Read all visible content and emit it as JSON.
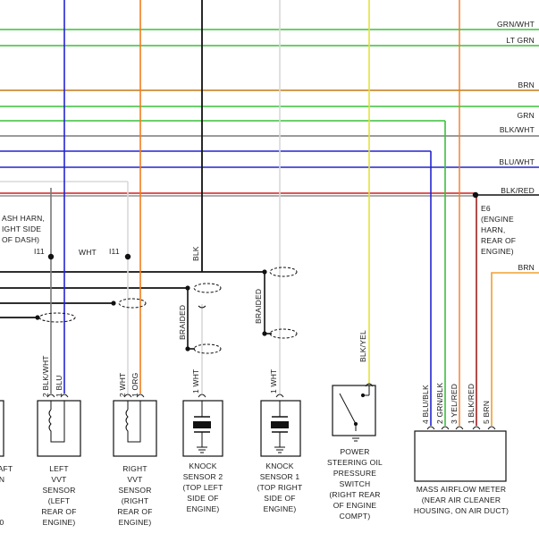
{
  "colors": {
    "grn": "#3cbf3c",
    "brn": "#c07a1a",
    "org": "#f07d1f",
    "blu": "#2424d0",
    "red": "#d02020",
    "blk": "#111111",
    "wht": "#d8d8d8",
    "yel": "#e2e23a",
    "gray": "#7a7a7a"
  },
  "right_wire_labels": [
    "GRN/WHT",
    "LT GRN",
    "BRN",
    "GRN",
    "BLK/WHT",
    "BLU/WHT",
    "BLK/RED",
    "BRN"
  ],
  "dash_harness_label": [
    "ASH HARN,",
    "IGHT SIDE",
    "OF DASH)"
  ],
  "i11_labels": [
    "I11",
    "I11"
  ],
  "wht_label": "WHT",
  "blk_vertical_label": "BLK",
  "e6_label": [
    "E6",
    "(ENGINE",
    "HARN,",
    "REAR OF",
    "ENGINE)"
  ],
  "braided_labels": [
    "BRAIDED",
    "BRAIDED"
  ],
  "pin_labels": {
    "left_vvt": [
      "2  BLK/WHT",
      "1  BLU"
    ],
    "right_vvt": [
      "2  WHT",
      "1  ORG"
    ],
    "knock2": "1  WHT",
    "knock1": "1  WHT",
    "oil_switch": "BLK/YEL",
    "maf": [
      "4  BLU/BLK",
      "2  GRN/BLK",
      "3  YEL/RED",
      "1  BLK/RED",
      "5  BRN"
    ]
  },
  "components": {
    "left_edge": [
      "AFT",
      "N",
      "",
      "",
      "0"
    ],
    "left_vvt": [
      "LEFT",
      "VVT",
      "SENSOR",
      "(LEFT",
      "REAR OF",
      "ENGINE)"
    ],
    "right_vvt": [
      "RIGHT",
      "VVT",
      "SENSOR",
      "(RIGHT",
      "REAR OF",
      "ENGINE)"
    ],
    "knock2": [
      "KNOCK",
      "SENSOR 2",
      "(TOP LEFT",
      "SIDE OF",
      "ENGINE)"
    ],
    "knock1": [
      "KNOCK",
      "SENSOR 1",
      "(TOP RIGHT",
      "SIDE OF",
      "ENGINE)"
    ],
    "oil_switch": [
      "POWER",
      "STEERING OIL",
      "PRESSURE",
      "SWITCH",
      "(RIGHT REAR",
      "OF ENGINE",
      "COMPT)"
    ],
    "maf": [
      "MASS AIRFLOW METER",
      "(NEAR AIR CLEANER",
      "HOUSING, ON AIR DUCT)"
    ]
  }
}
